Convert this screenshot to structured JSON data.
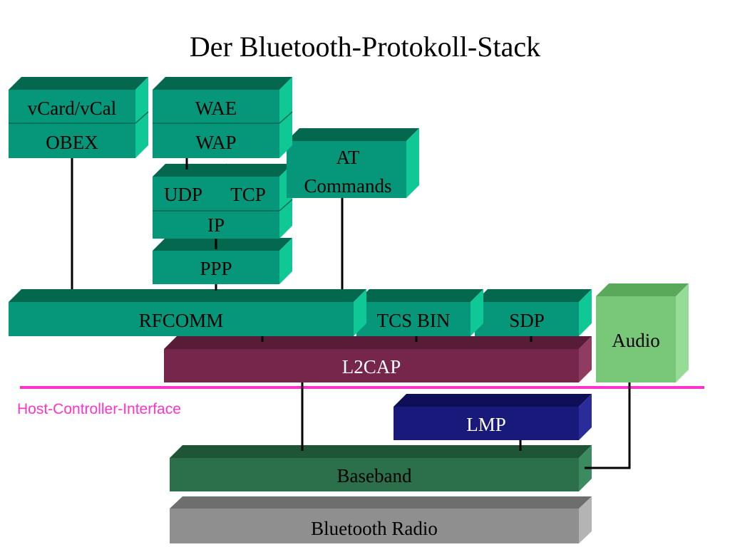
{
  "title": "Der Bluetooth-Protokoll-Stack",
  "hci_label": "Host-Controller-Interface",
  "colors": {
    "teal_front": "#06977a",
    "teal_top": "#04684f",
    "teal_side": "#0fc895",
    "l2cap_front": "#76254b",
    "l2cap_top": "#581b38",
    "l2cap_side": "#8f3b62",
    "lmp_front": "#18197a",
    "lmp_top": "#0e0f58",
    "lmp_side": "#2a2c9a",
    "baseband_front": "#2c6f4b",
    "baseband_top": "#1f5537",
    "baseband_side": "#3c8a60",
    "radio_front": "#8f8f8f",
    "radio_top": "#6e6e6e",
    "radio_side": "#b4b4b4",
    "audio_front": "#79c879",
    "audio_top": "#5aa85a",
    "audio_side": "#96dc96",
    "hci_line": "#ff33cc"
  },
  "layers": {
    "vcard": "vCard/vCal",
    "obex": "OBEX",
    "wae": "WAE",
    "wap": "WAP",
    "at_line1": "AT",
    "at_line2": "Commands",
    "udp": "UDP",
    "tcp": "TCP",
    "ip": "IP",
    "ppp": "PPP",
    "rfcomm": "RFCOMM",
    "tcs_bin": "TCS BIN",
    "sdp": "SDP",
    "audio": "Audio",
    "l2cap": "L2CAP",
    "lmp": "LMP",
    "baseband": "Baseband",
    "radio": "Bluetooth Radio"
  }
}
